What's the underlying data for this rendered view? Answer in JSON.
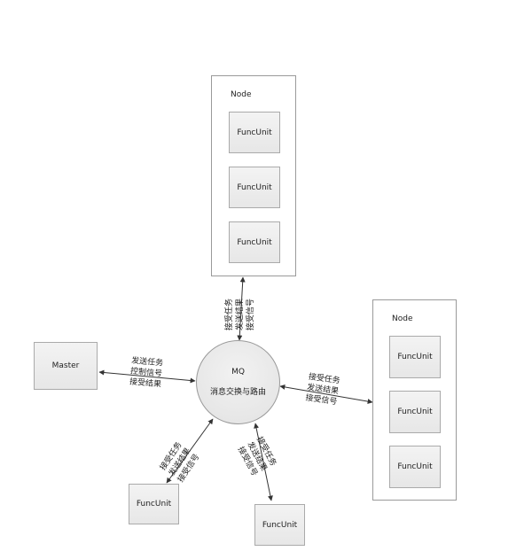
{
  "colors": {
    "border": "#9a9a9a",
    "box_fill": "#ebebeb",
    "line": "#333333"
  },
  "master": {
    "label": "Master"
  },
  "mq": {
    "title": "MQ",
    "subtitle": "消息交换与路由"
  },
  "node_top": {
    "title": "Node",
    "units": [
      "FuncUnit",
      "FuncUnit",
      "FuncUnit"
    ]
  },
  "node_right": {
    "title": "Node",
    "units": [
      "FuncUnit",
      "FuncUnit",
      "FuncUnit"
    ]
  },
  "funcunit_left": {
    "label": "FuncUnit"
  },
  "funcunit_bottom": {
    "label": "FuncUnit"
  },
  "edges": {
    "master_mq": [
      "发送任务",
      "控制信号",
      "接受结果"
    ],
    "top_mq": [
      "接受任务",
      "发送结果",
      "接受信号"
    ],
    "right_mq": [
      "接受任务",
      "发送结果",
      "接受信号"
    ],
    "left_mq": [
      "接受任务",
      "发送结果",
      "接受信号"
    ],
    "bottom_mq": [
      "接受任务",
      "发送结果",
      "接受信号"
    ]
  }
}
